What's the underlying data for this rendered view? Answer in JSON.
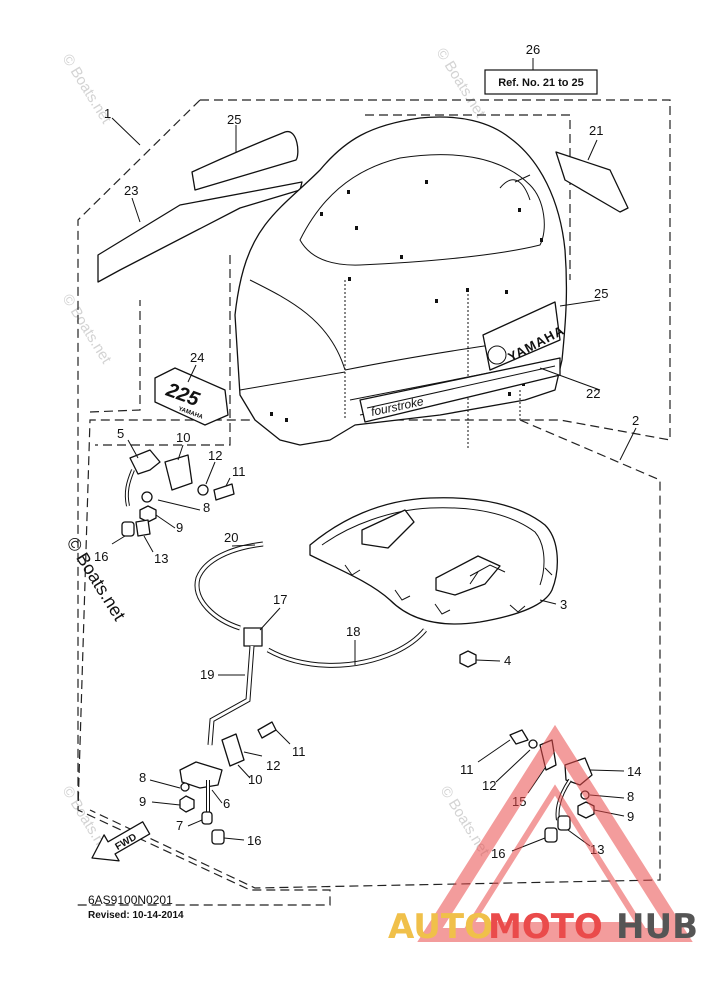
{
  "diagram": {
    "reference_box": {
      "number": "26",
      "text": "Ref. No. 21 to 25"
    },
    "callouts": {
      "c1": "1",
      "c2": "2",
      "c3": "3",
      "c4": "4",
      "c5": "5",
      "c6": "6",
      "c7": "7",
      "c8a": "8",
      "c8b": "8",
      "c8c": "8",
      "c9a": "9",
      "c9b": "9",
      "c9c": "9",
      "c10a": "10",
      "c10b": "10",
      "c11a": "11",
      "c11b": "11",
      "c11c": "11",
      "c12a": "12",
      "c12b": "12",
      "c12c": "12",
      "c13a": "13",
      "c13b": "13",
      "c14": "14",
      "c15": "15",
      "c16a": "16",
      "c16b": "16",
      "c16c": "16",
      "c17": "17",
      "c18": "18",
      "c19": "19",
      "c20": "20",
      "c21": "21",
      "c22": "22",
      "c23": "23",
      "c24": "24",
      "c25a": "25",
      "c25b": "25"
    },
    "cowling_brand": "YAMAHA",
    "cowling_script": "fourstroke",
    "emblem_number": "225",
    "emblem_brand": "YAMAHA",
    "fwd_arrow": "FWD",
    "part_code": "6AS9100N0201",
    "revised": "Revised: 10-14-2014"
  },
  "watermark": {
    "text": "© Boats.net"
  },
  "logo": {
    "auto": "AUTO",
    "moto": "MOTO",
    "hub": "HUB"
  }
}
